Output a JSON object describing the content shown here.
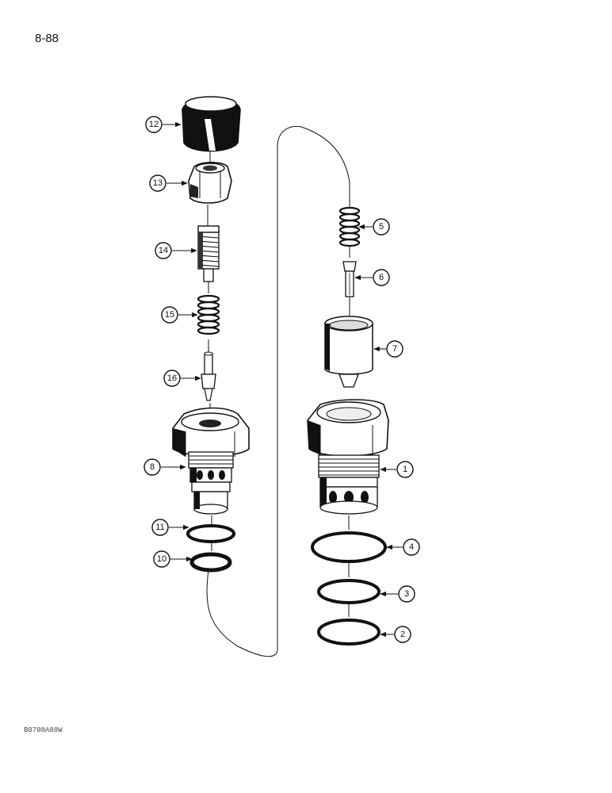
{
  "page": {
    "number": "8-88",
    "figure_code": "B0708A88W"
  },
  "callouts": {
    "c1": "1",
    "c2": "2",
    "c3": "3",
    "c4": "4",
    "c5": "5",
    "c6": "6",
    "c7": "7",
    "c8": "8",
    "c10": "10",
    "c11": "11",
    "c12": "12",
    "c13": "13",
    "c14": "14",
    "c15": "15",
    "c16": "16"
  }
}
